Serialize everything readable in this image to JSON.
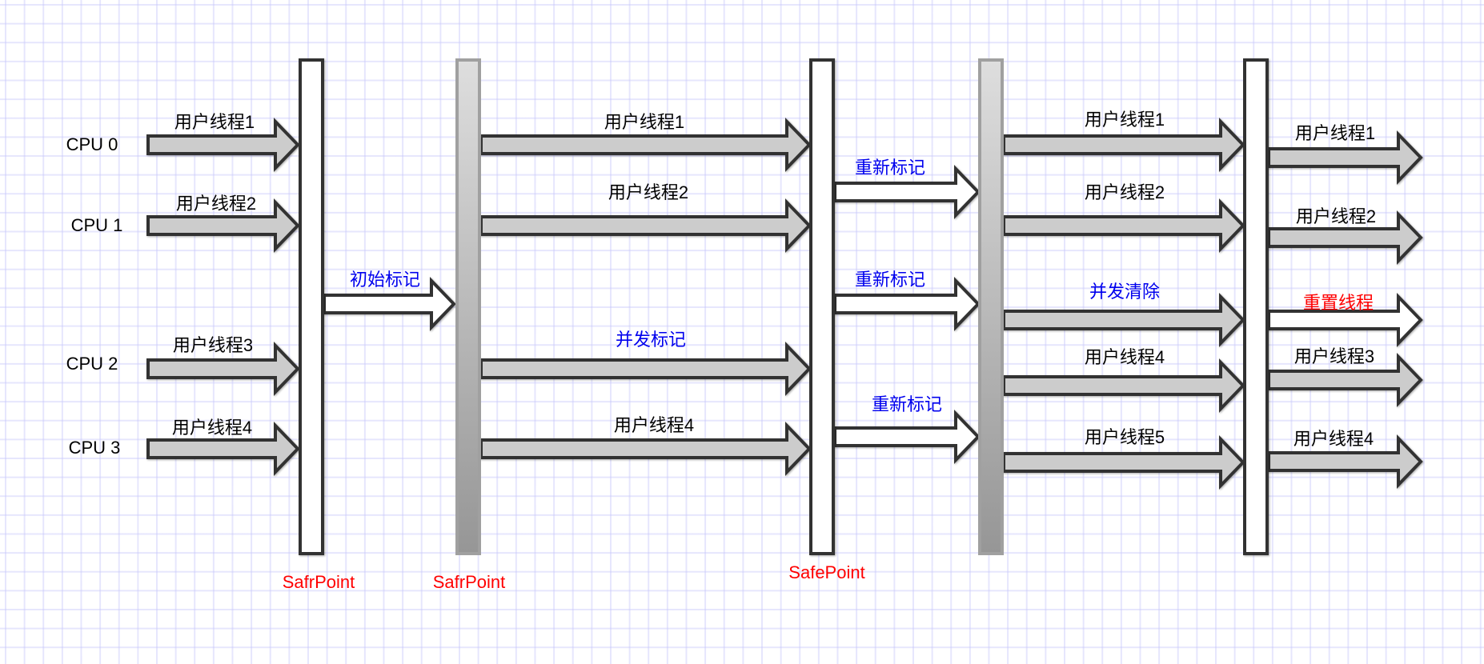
{
  "diagram": {
    "title": "CMS GC threads and SafePoints",
    "colors": {
      "thread_arrow_fill": "#cccccc",
      "gc_arrow_fill": "#ffffff",
      "arrow_stroke": "#333333",
      "barrier_white_fill": "#ffffff",
      "barrier_white_stroke": "#333333",
      "barrier_gradient_top": "#dedede",
      "barrier_gradient_bottom": "#969696",
      "barrier_gradient_stroke": "#a0a0a0",
      "gc_text": "#0000ee",
      "safepoint_text": "#ff0000",
      "normal_text": "#000000"
    },
    "cpus": [
      "CPU 0",
      "CPU 1",
      "CPU 2",
      "CPU 3"
    ],
    "barriers": [
      {
        "id": "b1",
        "style": "white",
        "label": "SafrPoint"
      },
      {
        "id": "b2",
        "style": "gradient",
        "label": "SafrPoint"
      },
      {
        "id": "b3",
        "style": "white",
        "label": "SafePoint"
      },
      {
        "id": "b4",
        "style": "gradient",
        "label": ""
      },
      {
        "id": "b5",
        "style": "white",
        "label": ""
      }
    ],
    "segments": [
      {
        "name": "running",
        "arrows": [
          {
            "label": "用户线程1",
            "kind": "thread"
          },
          {
            "label": "用户线程2",
            "kind": "thread"
          },
          {
            "label": "用户线程3",
            "kind": "thread"
          },
          {
            "label": "用户线程4",
            "kind": "thread"
          }
        ]
      },
      {
        "name": "initial-mark",
        "arrows": [
          {
            "label": "初始标记",
            "kind": "gc"
          }
        ]
      },
      {
        "name": "concurrent-mark",
        "arrows": [
          {
            "label": "用户线程1",
            "kind": "thread"
          },
          {
            "label": "用户线程2",
            "kind": "thread"
          },
          {
            "label": "并发标记",
            "kind": "gc-concurrent"
          },
          {
            "label": "用户线程4",
            "kind": "thread"
          }
        ]
      },
      {
        "name": "remark",
        "arrows": [
          {
            "label": "重新标记",
            "kind": "gc"
          },
          {
            "label": "重新标记",
            "kind": "gc"
          },
          {
            "label": "重新标记",
            "kind": "gc"
          }
        ]
      },
      {
        "name": "concurrent-sweep",
        "arrows": [
          {
            "label": "用户线程1",
            "kind": "thread"
          },
          {
            "label": "用户线程2",
            "kind": "thread"
          },
          {
            "label": "并发清除",
            "kind": "gc-concurrent"
          },
          {
            "label": "用户线程4",
            "kind": "thread"
          },
          {
            "label": "用户线程5",
            "kind": "thread"
          }
        ]
      },
      {
        "name": "reset",
        "arrows": [
          {
            "label": "用户线程1",
            "kind": "thread"
          },
          {
            "label": "用户线程2",
            "kind": "thread"
          },
          {
            "label": "重置线程",
            "kind": "gc-reset"
          },
          {
            "label": "用户线程3",
            "kind": "thread"
          },
          {
            "label": "用户线程4",
            "kind": "thread"
          }
        ]
      }
    ]
  }
}
